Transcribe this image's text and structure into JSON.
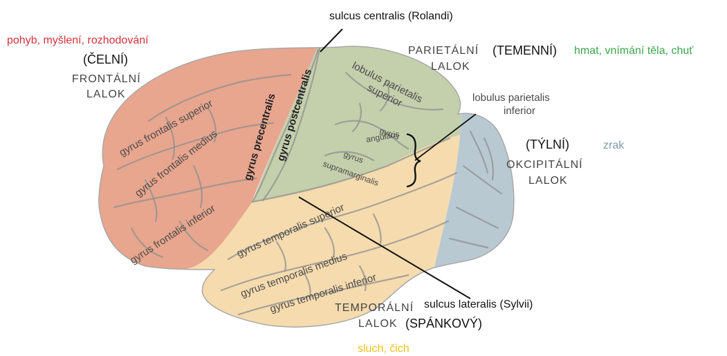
{
  "colors": {
    "frontal": "#e8a68e",
    "parietal": "#c4d0ac",
    "occipital": "#b9c9d2",
    "temporal": "#f5dbae",
    "frontal_func": "#d6313a",
    "parietal_func": "#3aa54a",
    "occipital_func": "#7d99ab",
    "temporal_func": "#f2c01c"
  },
  "labels": {
    "central_sulcus": "sulcus centralis (Rolandi)",
    "lateral_sulcus": "sulcus lateralis (Sylvii)",
    "lobulus_parietalis_inferior_1": "lobulus parietalis",
    "lobulus_parietalis_inferior_2": "inferior"
  },
  "lobes": {
    "frontal": {
      "func": "pohyb, myšlení, rozhodování",
      "czech": "(ČELNÍ)",
      "latin_1": "FRONTÁLNÍ",
      "latin_2": "LALOK"
    },
    "parietal": {
      "latin_1": "PARIETÁLNÍ",
      "latin_2": "LALOK",
      "czech": "(TEMENNÍ)",
      "func": "hmat, vnímání těla, chuť"
    },
    "occipital": {
      "czech": "(TÝLNÍ)",
      "func": "zrak",
      "latin_1": "OKCIPITÁLNÍ",
      "latin_2": "LALOK"
    },
    "temporal": {
      "latin_1": "TEMPORÁLNÍ",
      "latin_2": "LALOK",
      "czech": "(SPÁNKOVÝ)",
      "func": "sluch, čich"
    }
  },
  "gyri": {
    "frontalis_superior": "gyrus frontalis superior",
    "frontalis_medius": "gyrus frontalis medius",
    "frontalis_inferior": "gyrus frontalis inferior",
    "precentralis": "gyrus precentralis",
    "postcentralis": "gyrus postcentralis",
    "lobulus_parietalis_superior_1": "lobulus parietalis",
    "lobulus_parietalis_superior_2": "superior",
    "angularis_1": "gyrus",
    "angularis_2": "angularis",
    "supramarginalis_1": "gyrus",
    "supramarginalis_2": "supramarginalis",
    "temporalis_superior": "gyrus temporalis superior",
    "temporalis_medius": "gyrus temporalis medius",
    "temporalis_inferior": "gyrus temporalis inferior"
  }
}
